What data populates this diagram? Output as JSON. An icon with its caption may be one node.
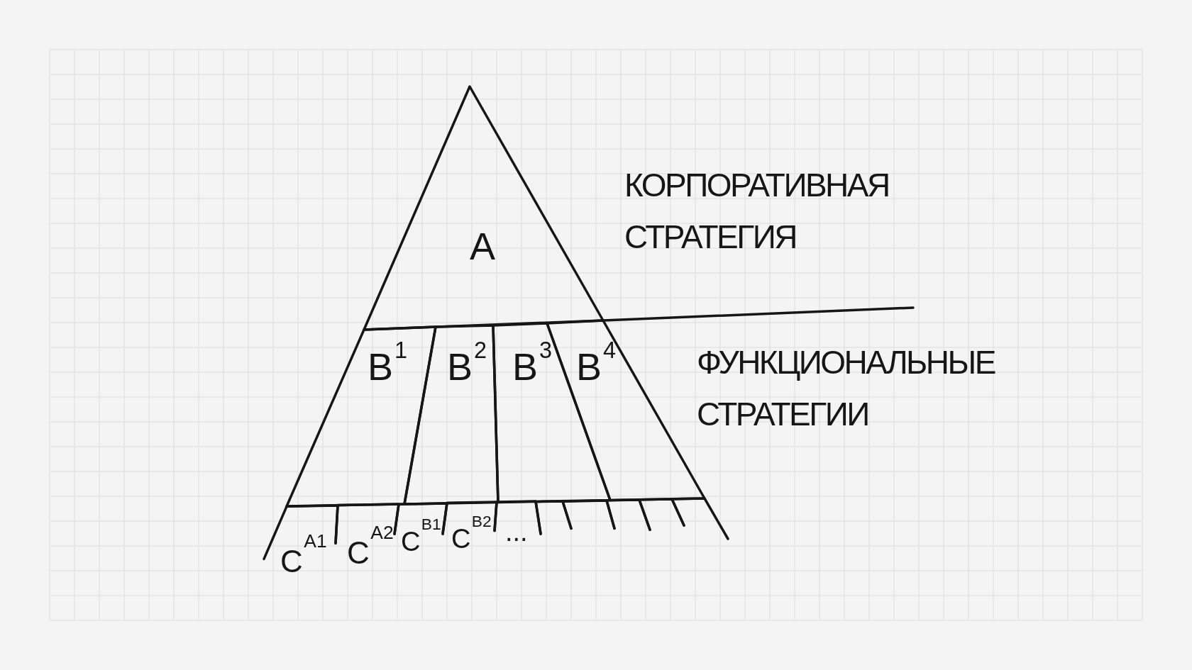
{
  "diagram": {
    "nodes": [
      {
        "text": [
          "A"
        ]
      },
      {
        "text": [
          "B$^{1}$"
        ]
      },
      {
        "text": [
          "B$^{2}$"
        ]
      },
      {
        "text": [
          "B$^{3}$"
        ]
      },
      {
        "text": [
          "B$^{4}$"
        ]
      },
      {
        "text": [
          "C$^{A1}$"
        ]
      },
      {
        "text": [
          "C$^{A2}$"
        ]
      },
      {
        "text": [
          "C$^{B1}$"
        ]
      },
      {
        "text": [
          "C$^{B2}$"
        ]
      },
      {
        "text": [
          "..."
        ]
      },
      {
        "text": [],
        "shape": "box"
      },
      {
        "text": [],
        "shape": "box"
      },
      {
        "text": [],
        "shape": "box"
      },
      {
        "text": [],
        "shape": "box"
      },
      {
        "text": [],
        "shape": "box"
      }
    ],
    "labels": [
      "КОРПОРАТИВНАЯ СТРАТЕГИЯ",
      "ФУНКЦИОНАЛЬНЫЕ СТРАТЕГИИ"
    ]
  }
}
